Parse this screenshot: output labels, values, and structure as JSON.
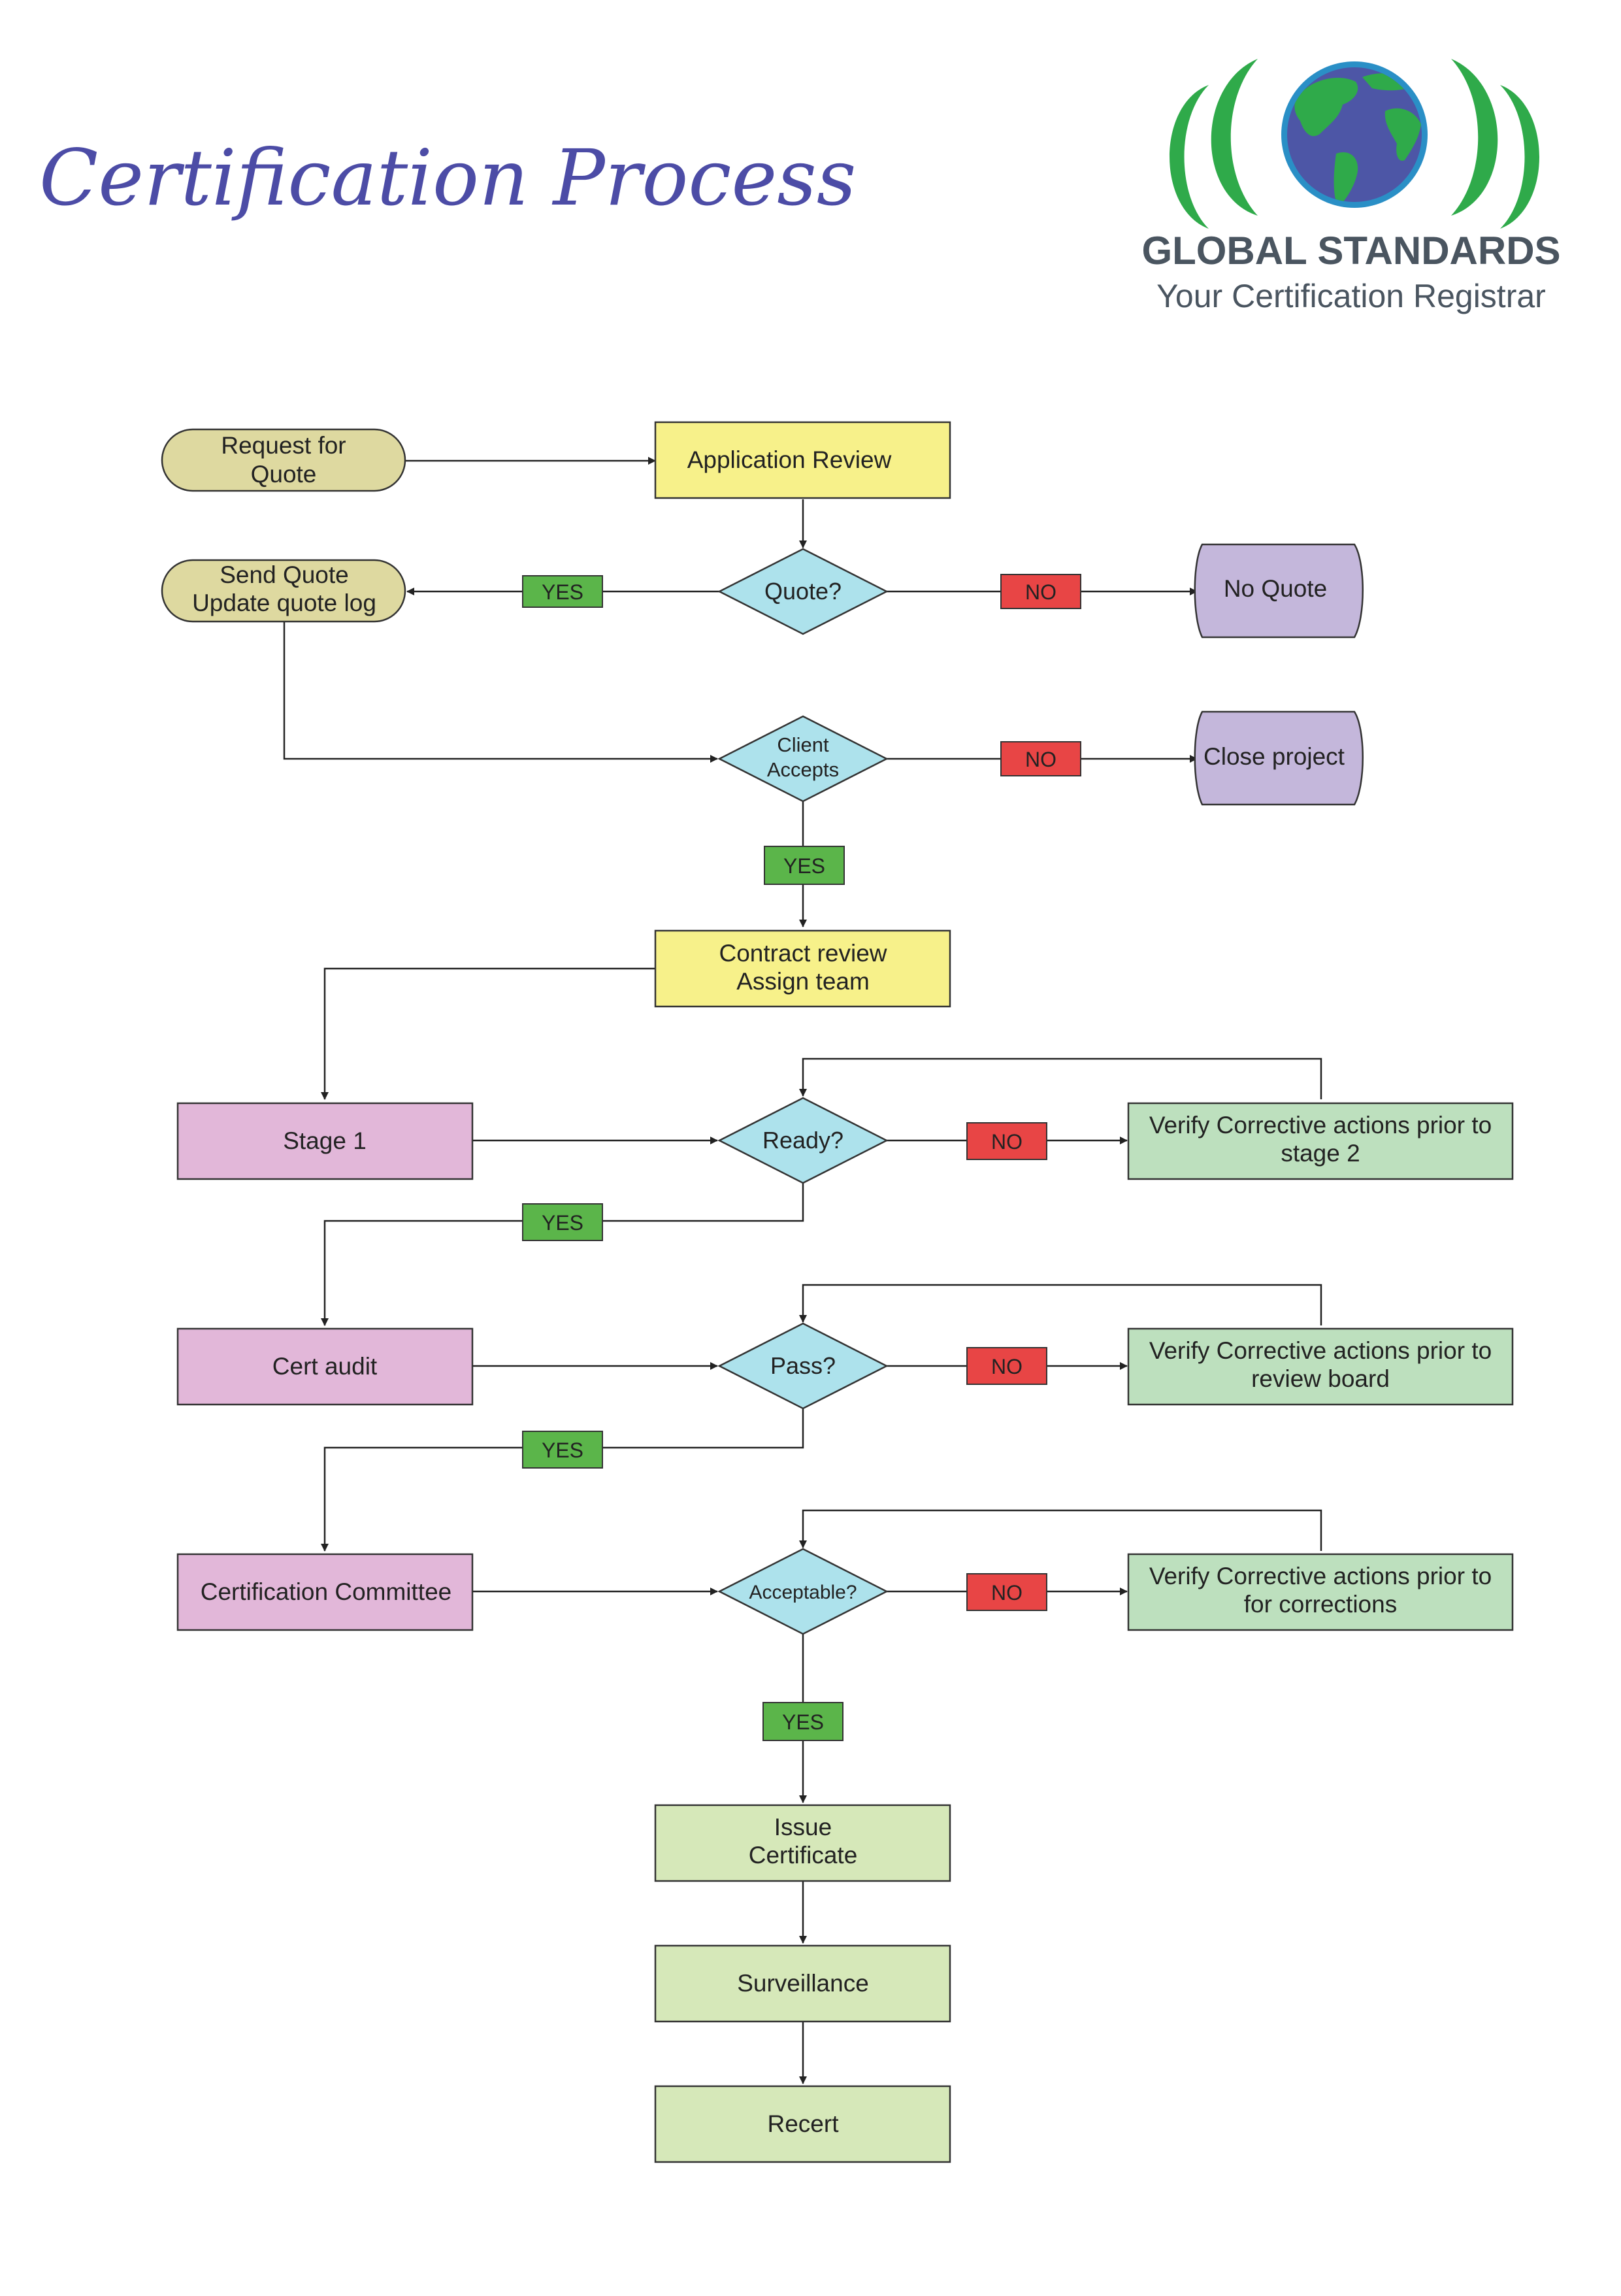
{
  "title": "Certification Process",
  "logo": {
    "name": "GLOBAL STANDARDS",
    "tagline": "Your Certification Registrar"
  },
  "colors": {
    "title": "#4c4ca6",
    "terminator": "#ded9a0",
    "process_yellow": "#f7f18a",
    "decision": "#ade2ec",
    "offpage": "#c4b7db",
    "stage": "#e2b7d9",
    "corrective": "#bde0be",
    "final": "#d6e8b9",
    "yes_tag": "#5bb54a",
    "no_tag": "#e84545",
    "logo_green": "#2faa4a",
    "logo_blue": "#4d56a6",
    "logo_text": "#4a5560"
  },
  "nodes": {
    "request": [
      "Request for",
      "Quote"
    ],
    "app_review": [
      "Application Review"
    ],
    "quote_q": [
      "Quote?"
    ],
    "send_quote": [
      "Send Quote",
      "Update quote log"
    ],
    "no_quote": [
      "No Quote"
    ],
    "client_accepts": [
      "Client",
      "Accepts"
    ],
    "close_project": [
      "Close project"
    ],
    "contract": [
      "Contract review",
      "Assign team"
    ],
    "stage1": [
      "Stage 1"
    ],
    "ready_q": [
      "Ready?"
    ],
    "verify_stage2": [
      "Verify Corrective actions prior to",
      "stage 2"
    ],
    "cert_audit": [
      "Cert audit"
    ],
    "pass_q": [
      "Pass?"
    ],
    "verify_review": [
      "Verify Corrective actions prior to",
      "review board"
    ],
    "committee": [
      "Certification Committee"
    ],
    "acceptable_q": [
      "Acceptable?"
    ],
    "verify_corrections": [
      "Verify Corrective actions prior to",
      "for corrections"
    ],
    "issue_cert": [
      "Issue",
      "Certificate"
    ],
    "surveillance": [
      "Surveillance"
    ],
    "recert": [
      "Recert"
    ]
  },
  "labels": {
    "yes": "YES",
    "no": "NO"
  }
}
